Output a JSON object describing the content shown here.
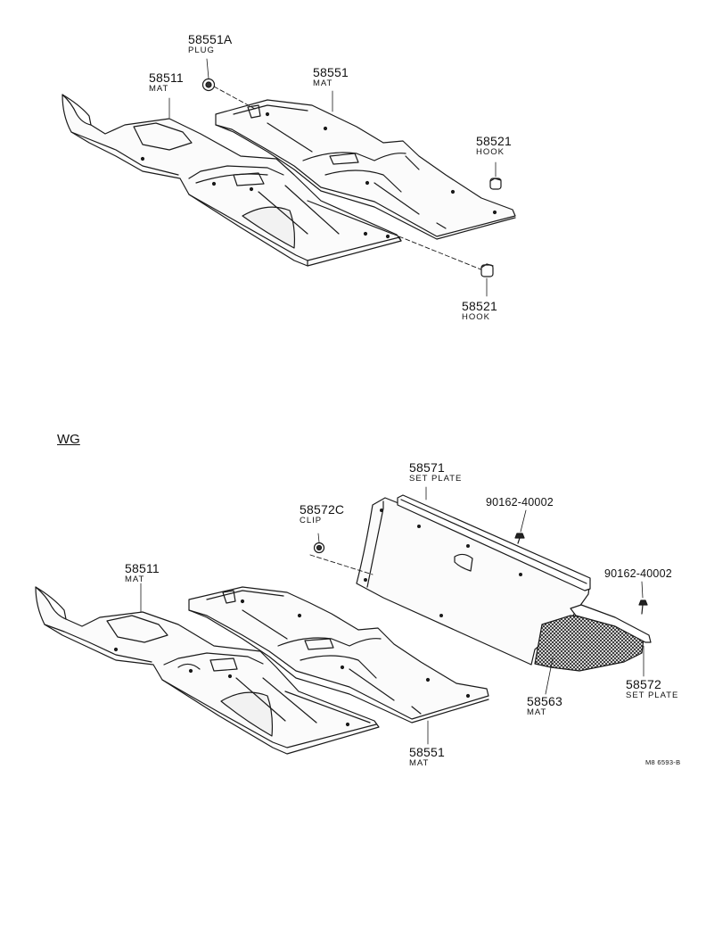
{
  "top": {
    "plug": {
      "number": "58551A",
      "name": "PLUG"
    },
    "mat_left": {
      "number": "58511",
      "name": "MAT"
    },
    "mat_right": {
      "number": "58551",
      "name": "MAT"
    },
    "hook_upper": {
      "number": "58521",
      "name": "HOOK"
    },
    "hook_lower": {
      "number": "58521",
      "name": "HOOK"
    }
  },
  "wg": {
    "section_label": "WG",
    "set_plate_top": {
      "number": "58571",
      "name": "SET PLATE"
    },
    "screw_upper": {
      "number": "90162-40002"
    },
    "clip": {
      "number": "58572C",
      "name": "CLIP"
    },
    "screw_right": {
      "number": "90162-40002"
    },
    "mat_left": {
      "number": "58511",
      "name": "MAT"
    },
    "mat_cargo": {
      "number": "58563",
      "name": "MAT"
    },
    "set_plate_right": {
      "number": "58572",
      "name": "SET PLATE"
    },
    "mat_right": {
      "number": "58551",
      "name": "MAT"
    }
  },
  "figure_code": "M8 6593-B"
}
